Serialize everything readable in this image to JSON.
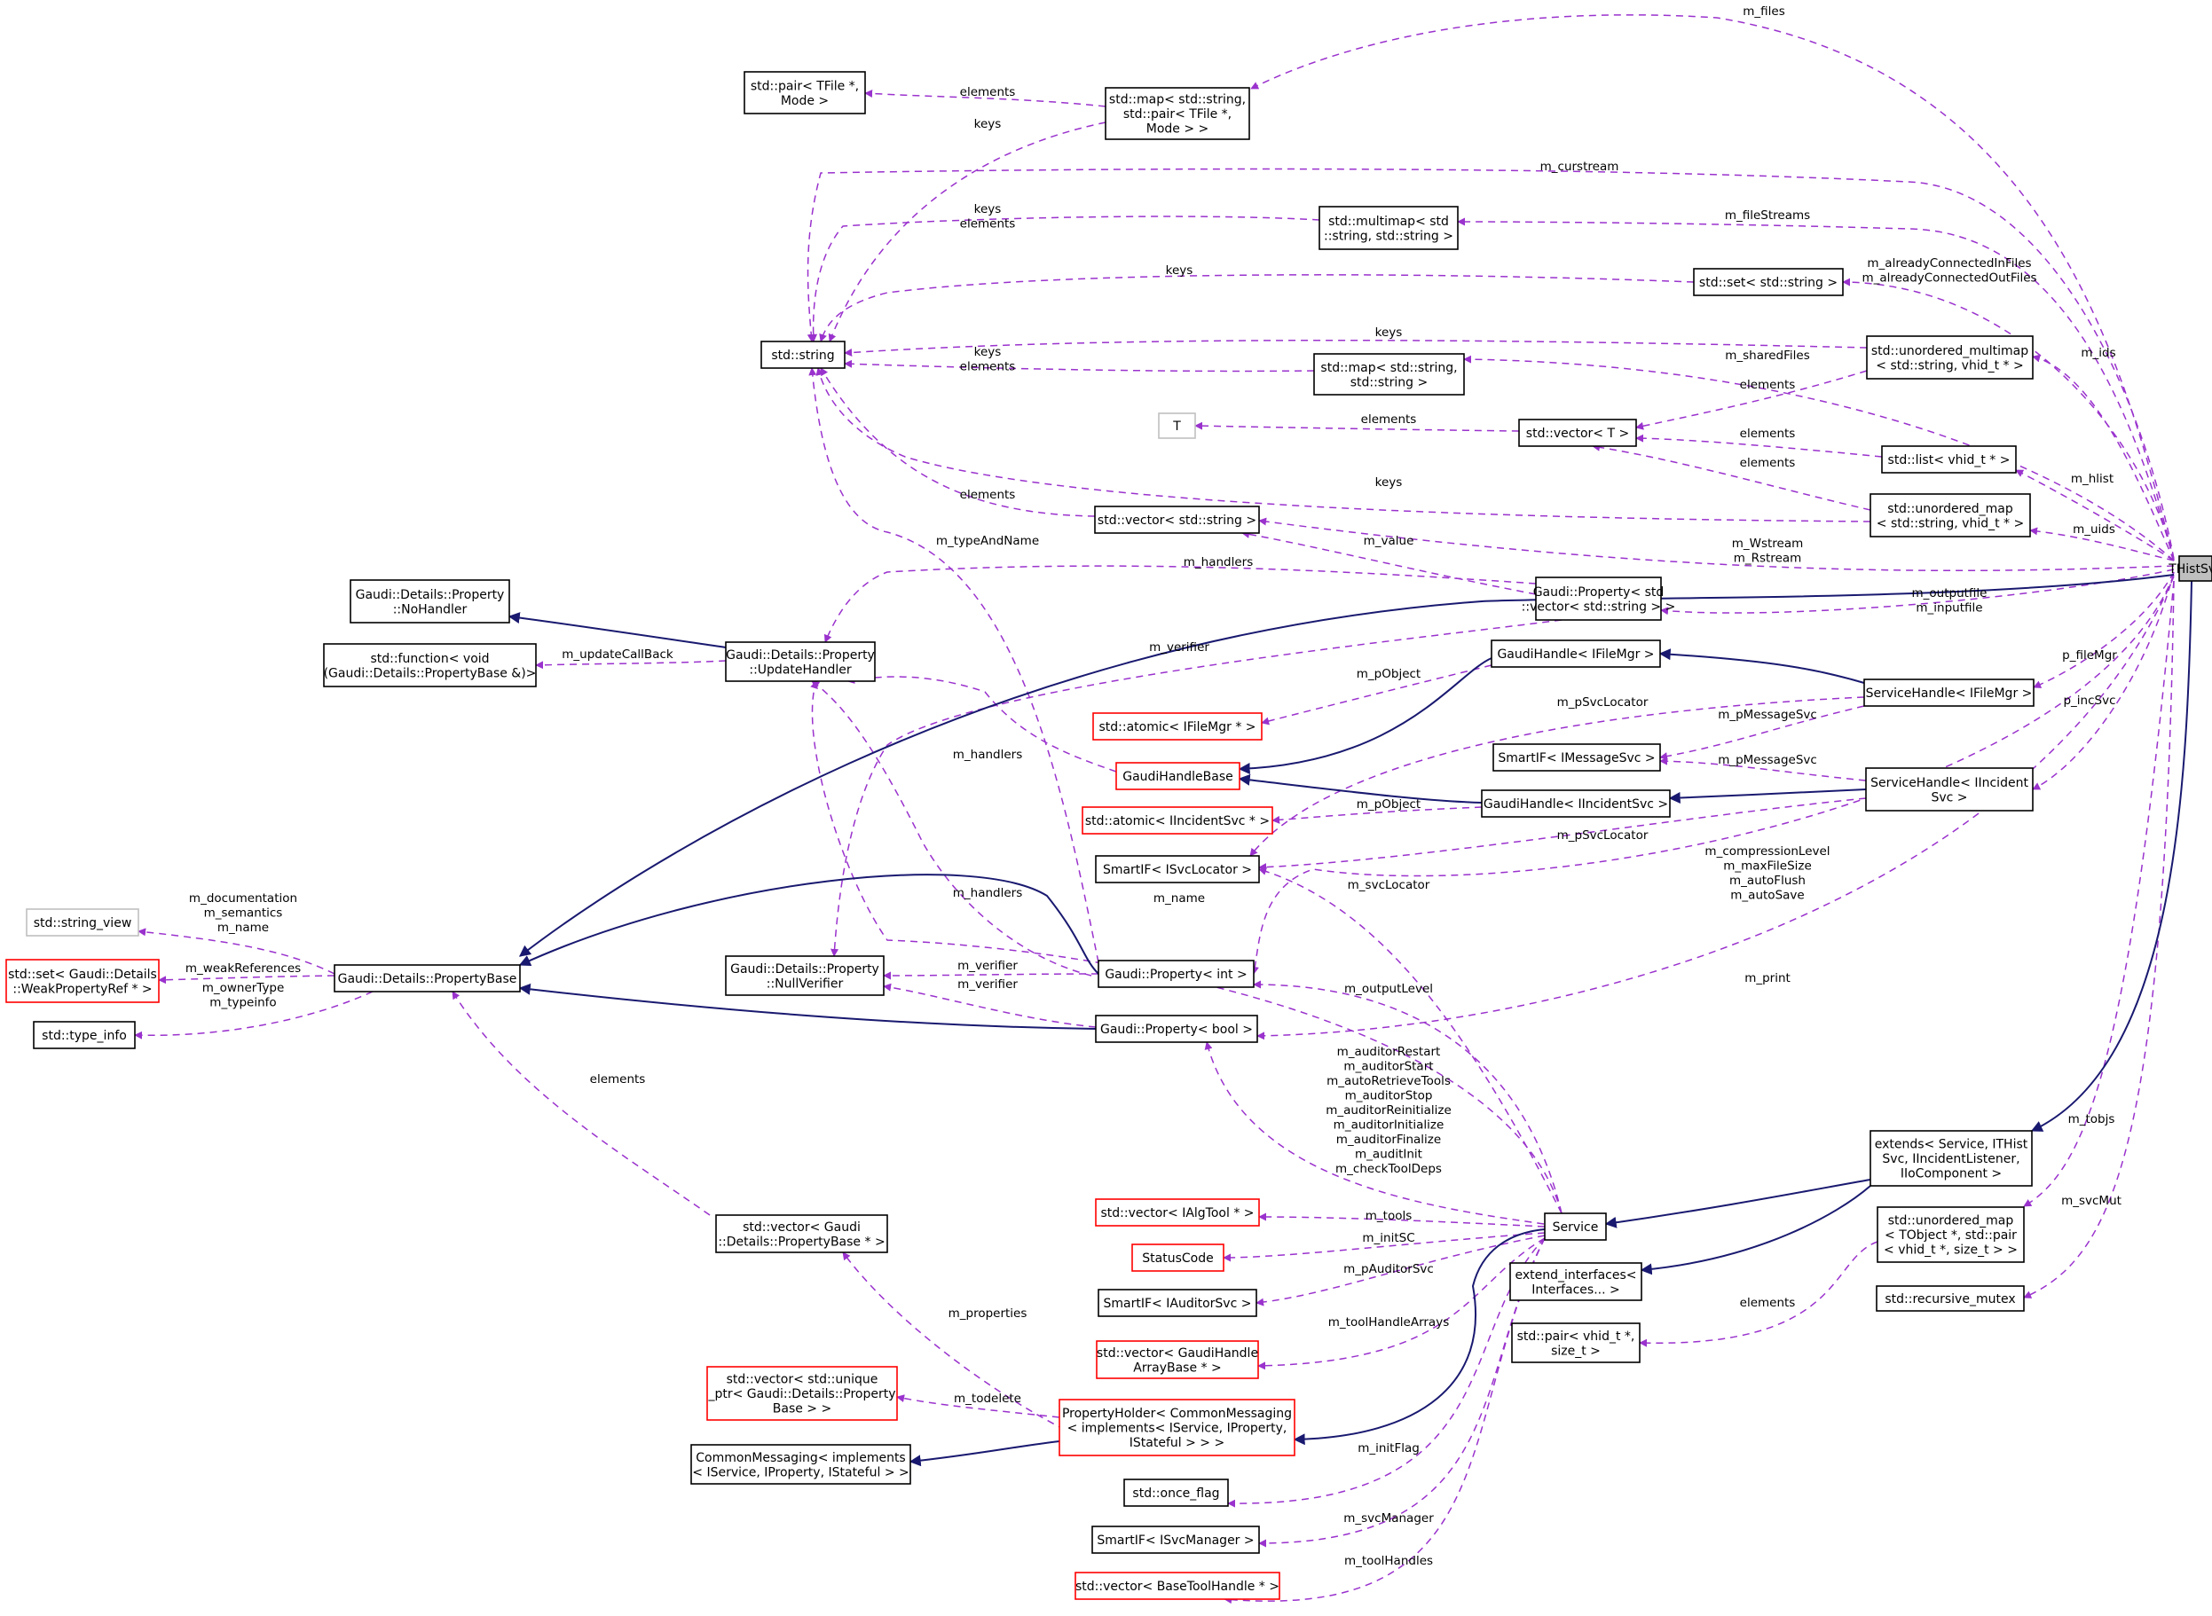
{
  "nodes": {
    "thistsvc": [
      "THistSvc"
    ],
    "map_file": [
      "std::map< std::string,",
      "std::pair< TFile *,",
      "Mode > >"
    ],
    "pair_tfile": [
      "std::pair< TFile *,",
      "Mode >"
    ],
    "string": [
      "std::string"
    ],
    "multimap": [
      "std::multimap< std",
      "::string, std::string >"
    ],
    "set_string": [
      "std::set< std::string >"
    ],
    "unordered_multimap": [
      "std::unordered_multimap",
      "< std::string, vhid_t * >"
    ],
    "map_string": [
      "std::map< std::string,",
      "std::string >"
    ],
    "t": [
      "T"
    ],
    "vector_t": [
      "std::vector< T >"
    ],
    "list_vhid": [
      "std::list< vhid_t * >"
    ],
    "unordered_map": [
      "std::unordered_map",
      "< std::string, vhid_t * >"
    ],
    "vector_string": [
      "std::vector< std::string >"
    ],
    "prop_vecstr": [
      "Gaudi::Property< std",
      "::vector< std::string > >"
    ],
    "noh": [
      "Gaudi::Details::Property",
      "::NoHandler"
    ],
    "function": [
      "std::function< void",
      "(Gaudi::Details::PropertyBase &)>"
    ],
    "updh": [
      "Gaudi::Details::Property",
      "::UpdateHandler"
    ],
    "gh_ifilemgr": [
      "GaudiHandle< IFileMgr >"
    ],
    "atomic_ifilemgr": [
      "std::atomic< IFileMgr * >"
    ],
    "sh_ifilemgr": [
      "ServiceHandle< IFileMgr >"
    ],
    "smartif_msgsvc": [
      "SmartIF< IMessageSvc >"
    ],
    "ghbase": [
      "GaudiHandleBase"
    ],
    "sh_iincident": [
      "ServiceHandle< IIncident",
      "Svc >"
    ],
    "atomic_iincident": [
      "std::atomic< IIncidentSvc * >"
    ],
    "gh_iincident": [
      "GaudiHandle< IIncidentSvc >"
    ],
    "smartif_svcloc": [
      "SmartIF< ISvcLocator >"
    ],
    "string_view": [
      "std::string_view"
    ],
    "set_weak": [
      "std::set< Gaudi::Details",
      "::WeakPropertyRef * >"
    ],
    "propbase": [
      "Gaudi::Details::PropertyBase"
    ],
    "type_info": [
      "std::type_info"
    ],
    "nullv": [
      "Gaudi::Details::Property",
      "::NullVerifier"
    ],
    "prop_int": [
      "Gaudi::Property< int >"
    ],
    "prop_bool": [
      "Gaudi::Property< bool >"
    ],
    "extends": [
      "extends< Service, ITHist",
      "Svc, IIncidentListener,",
      "IIoComponent >"
    ],
    "unordered_tobj": [
      "std::unordered_map",
      "< TObject *, std::pair",
      "< vhid_t *, size_t > >"
    ],
    "recursive_mutex": [
      "std::recursive_mutex"
    ],
    "vector_propbase": [
      "std::vector< Gaudi",
      "::Details::PropertyBase * >"
    ],
    "vector_ialgtool": [
      "std::vector< IAlgTool * >"
    ],
    "service": [
      "Service"
    ],
    "statuscode": [
      "StatusCode"
    ],
    "extend_interfaces": [
      "extend_interfaces<",
      "Interfaces... >"
    ],
    "smartif_auditor": [
      "SmartIF< IAuditorSvc >"
    ],
    "pair_vhid": [
      "std::pair< vhid_t *,",
      "size_t >"
    ],
    "vector_gh_array": [
      "std::vector< GaudiHandle",
      "ArrayBase * >"
    ],
    "vector_unique": [
      "std::vector< std::unique",
      "_ptr< Gaudi::Details::Property",
      "Base > >"
    ],
    "propholder": [
      "PropertyHolder< CommonMessaging",
      "< implements< IService, IProperty,",
      "IStateful > > >"
    ],
    "commonmsg": [
      "CommonMessaging< implements",
      "< IService, IProperty, IStateful > >"
    ],
    "once_flag": [
      "std::once_flag"
    ],
    "smartif_svcmgr": [
      "SmartIF< ISvcManager >"
    ],
    "vector_basetool": [
      "std::vector< BaseToolHandle * >"
    ]
  },
  "edge_labels": {
    "m_files": [
      "m_files"
    ],
    "elements_pair": [
      "elements"
    ],
    "keys_map": [
      "keys"
    ],
    "m_curstream": [
      "m_curstream"
    ],
    "keys_elements_mm": [
      "keys",
      "elements"
    ],
    "m_fileStreams": [
      "m_fileStreams"
    ],
    "keys_set": [
      "keys"
    ],
    "m_connected": [
      "m_alreadyConnectedInFiles",
      "m_alreadyConnectedOutFiles"
    ],
    "keys_umm": [
      "keys"
    ],
    "m_ids": [
      "m_ids"
    ],
    "keys_elements_map": [
      "keys",
      "elements"
    ],
    "m_sharedFiles": [
      "m_sharedFiles"
    ],
    "elements_umm_vec": [
      "elements"
    ],
    "elements_t": [
      "elements"
    ],
    "elements_list": [
      "elements"
    ],
    "m_hlist": [
      "m_hlist"
    ],
    "elements_um_vec": [
      "elements"
    ],
    "keys_um": [
      "keys"
    ],
    "m_uids": [
      "m_uids"
    ],
    "elements_vecstr": [
      "elements"
    ],
    "m_typeAndName": [
      "m_typeAndName"
    ],
    "m_value": [
      "m_value"
    ],
    "m_WR": [
      "m_Wstream",
      "m_Rstream"
    ],
    "m_handlers_top": [
      "m_handlers"
    ],
    "m_outin": [
      "m_outputfile",
      "m_inputfile"
    ],
    "m_updateCallBack": [
      "m_updateCallBack"
    ],
    "m_verifier_top": [
      "m_verifier"
    ],
    "p_fileMgr": [
      "p_fileMgr"
    ],
    "m_pObject_1": [
      "m_pObject"
    ],
    "m_pSvcLocator_1": [
      "m_pSvcLocator"
    ],
    "p_incSvc": [
      "p_incSvc"
    ],
    "m_pMessageSvc_1": [
      "m_pMessageSvc"
    ],
    "m_handlers_mid": [
      "m_handlers"
    ],
    "m_pMessageSvc_2": [
      "m_pMessageSvc"
    ],
    "m_pObject_2": [
      "m_pObject"
    ],
    "m_pSvcLocator_2": [
      "m_pSvcLocator"
    ],
    "m_compression": [
      "m_compressionLevel",
      "m_maxFileSize",
      "m_autoFlush",
      "m_autoSave"
    ],
    "m_svcLocator": [
      "m_svcLocator"
    ],
    "m_doc": [
      "m_documentation",
      "m_semantics",
      "m_name"
    ],
    "m_name": [
      "m_name"
    ],
    "m_handlers_low": [
      "m_handlers"
    ],
    "m_weakReferences": [
      "m_weakReferences"
    ],
    "m_verifier_int": [
      "m_verifier"
    ],
    "m_print": [
      "m_print"
    ],
    "m_ownerType": [
      "m_ownerType",
      "m_typeinfo"
    ],
    "m_verifier_bool": [
      "m_verifier"
    ],
    "m_outputLevel": [
      "m_outputLevel"
    ],
    "m_auditor": [
      "m_auditorRestart",
      "m_auditorStart",
      "m_autoRetrieveTools",
      "m_auditorStop",
      "m_auditorReinitialize",
      "m_auditorInitialize",
      "m_auditorFinalize",
      "m_auditInit",
      "m_checkToolDeps"
    ],
    "elements_pb": [
      "elements"
    ],
    "m_tobjs": [
      "m_tobjs"
    ],
    "m_svcMut": [
      "m_svcMut"
    ],
    "m_tools": [
      "m_tools"
    ],
    "m_initSC": [
      "m_initSC"
    ],
    "m_pAuditorSvc": [
      "m_pAuditorSvc"
    ],
    "elements_vhid": [
      "elements"
    ],
    "m_properties": [
      "m_properties"
    ],
    "m_toolHandleArrays": [
      "m_toolHandleArrays"
    ],
    "m_todelete": [
      "m_todelete"
    ],
    "m_initFlag": [
      "m_initFlag"
    ],
    "m_svcManager": [
      "m_svcManager"
    ],
    "m_toolHandles": [
      "m_toolHandles"
    ]
  },
  "colors": {
    "usage_edge": "#9a32cd",
    "inheritance_edge": "#191970",
    "missing_node_border": "#ff0000",
    "external_node_border": "#bfbfbf",
    "focus_node_fill": "#bfbfbf"
  }
}
